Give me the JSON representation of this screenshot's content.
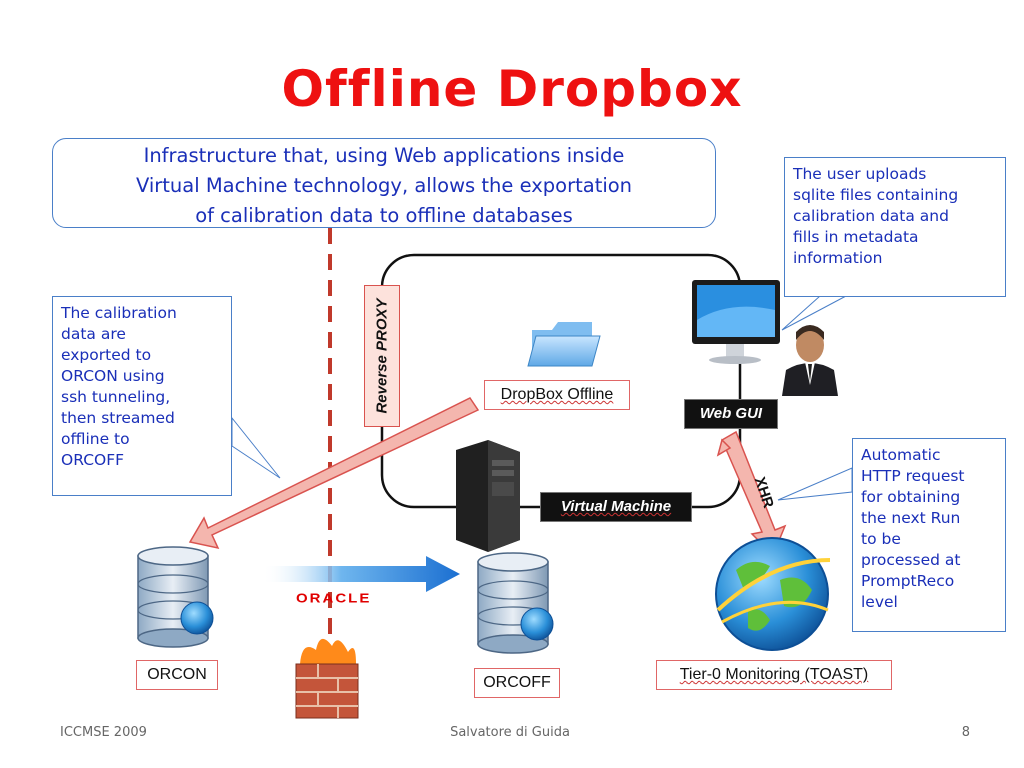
{
  "slide": {
    "title": "Offline Dropbox",
    "top_callout": [
      "Infrastructure that, using Web applications inside",
      "Virtual Machine technology, allows the exportation",
      "of calibration data to offline databases"
    ],
    "left_callout": [
      "The calibration",
      "data are",
      "exported to",
      "ORCON using",
      "ssh tunneling,",
      "then streamed",
      "offline to",
      "ORCOFF"
    ],
    "right_top_callout": [
      "The user uploads",
      "sqlite files containing",
      "calibration data and",
      "fills in metadata",
      "information"
    ],
    "right_bottom_callout": [
      "Automatic",
      "HTTP request",
      "for obtaining",
      "the next Run",
      "to be",
      "processed at",
      "PromptReco",
      "level"
    ],
    "labels": {
      "reverse_proxy": "Reverse PROXY",
      "dropbox_offline": "DropBox Offline",
      "web_gui": "Web GUI",
      "virtual_machine": "Virtual Machine",
      "xhr": "XHR",
      "orcon": "ORCON",
      "orcoff": "ORCOFF",
      "tier0": "Tier-0 Monitoring (TOAST)",
      "oracle": "ORACLE"
    },
    "footer": {
      "left": "ICCMSE 2009",
      "center": "Salvatore di Guida",
      "right": "8"
    },
    "colors": {
      "title": "#ee1111",
      "callout_text": "#1a2fb8",
      "callout_border": "#4a7fc8",
      "arrow_pink": "#f4b6ae",
      "dashed_line": "#c0392b"
    },
    "icons": [
      "folder-icon",
      "computer-monitor-icon",
      "user-person-icon",
      "server-tower-icon",
      "database-icon",
      "globe-icon",
      "firewall-icon",
      "blue-arrow-icon"
    ]
  }
}
